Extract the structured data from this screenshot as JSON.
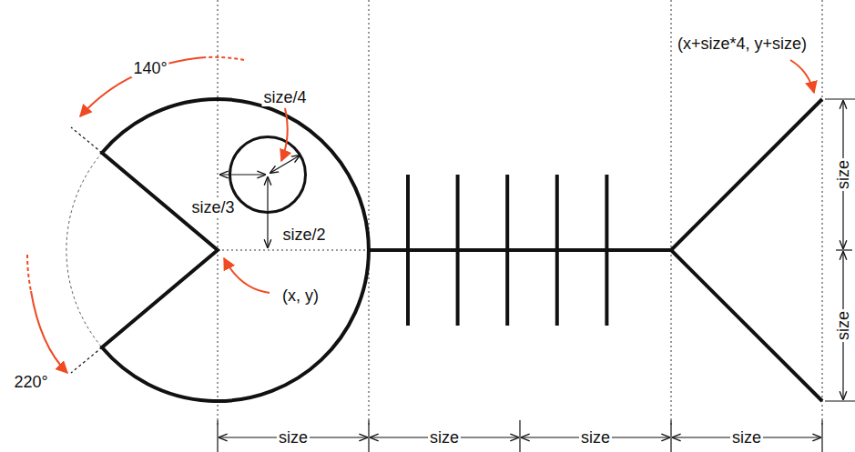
{
  "diagram": {
    "labels": [
      "140°",
      "size/4",
      "(x+size*4, y+size)",
      "size/3",
      "size/2",
      "(x, y)",
      "220°",
      "size",
      "size",
      "size",
      "size",
      "size",
      "size"
    ]
  }
}
